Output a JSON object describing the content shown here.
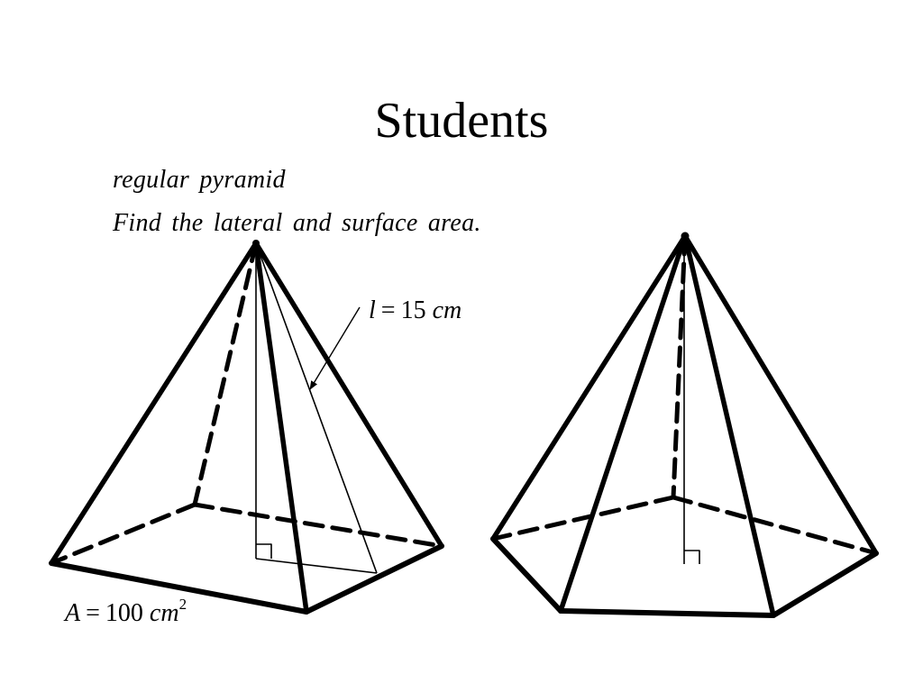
{
  "slide": {
    "title": "Students",
    "line1": "regular pyramid",
    "line2": "Find the lateral and surface area."
  },
  "labels": {
    "slant": {
      "var": "l",
      "op": "=",
      "value": "15",
      "unit": "cm"
    },
    "area": {
      "var": "A",
      "op": "=",
      "value": "100",
      "unit": "cm",
      "exp": "2"
    }
  },
  "colors": {
    "ink": "#000000",
    "background": "#ffffff"
  }
}
